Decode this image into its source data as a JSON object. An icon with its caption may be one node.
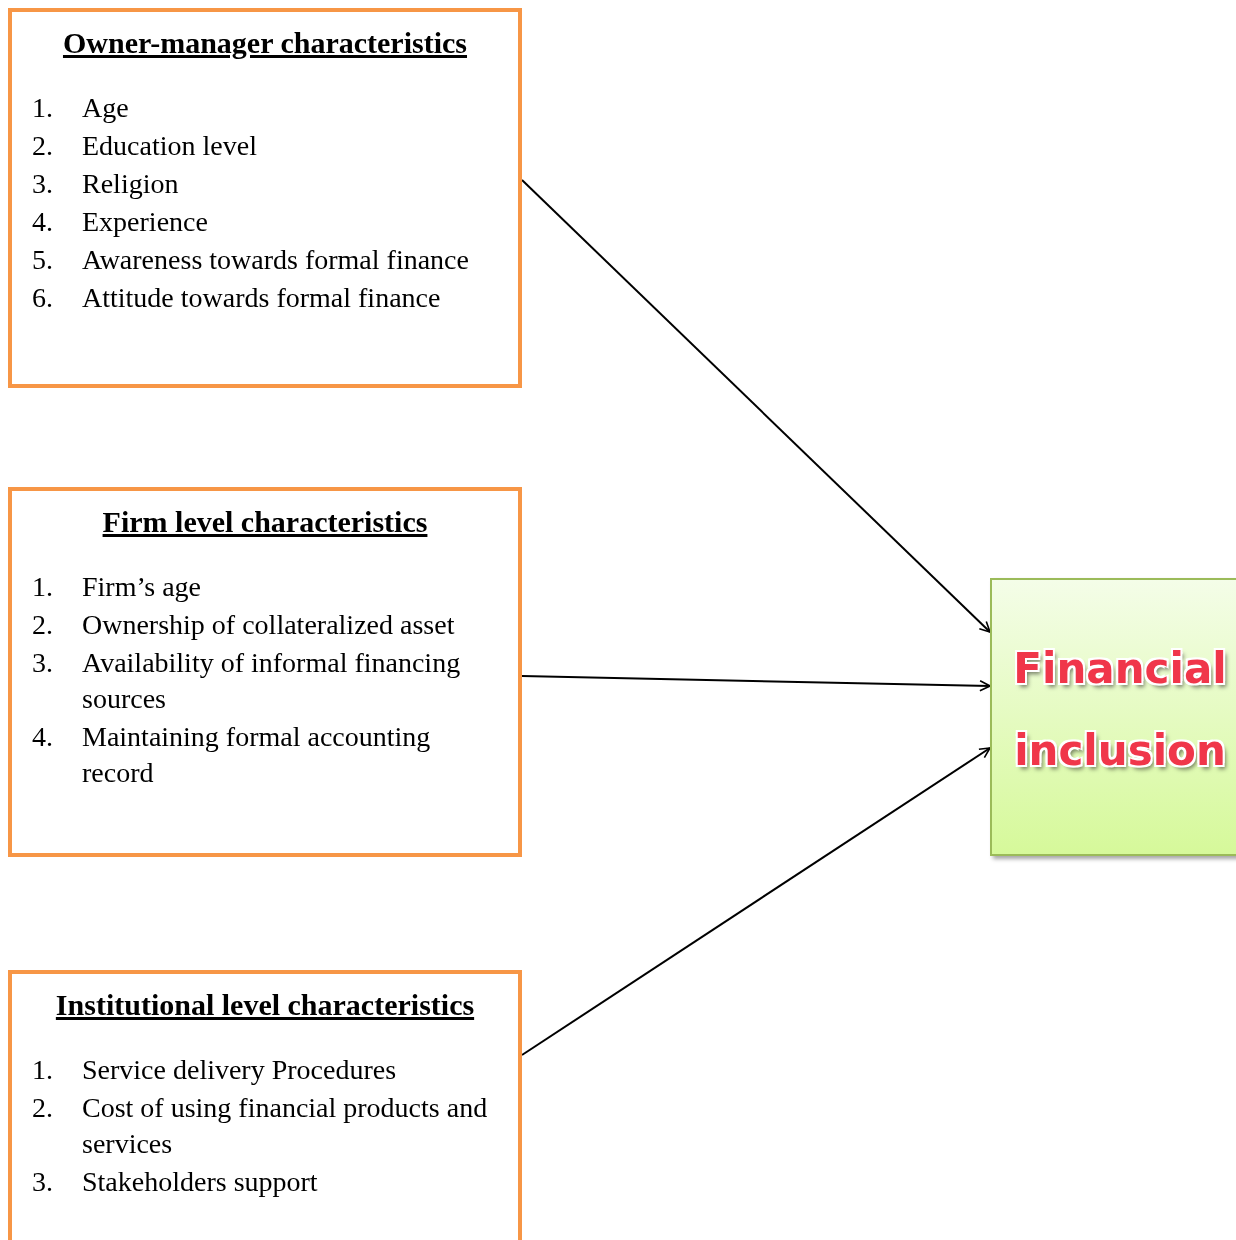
{
  "diagram": {
    "nodes": [
      {
        "text": [
          "Owner-manager characteristics",
          "1. Age",
          "2. Education level",
          "3. Religion",
          "4. Experience",
          "5. Awareness towards formal finance",
          "6. Attitude towards formal finance"
        ]
      },
      {
        "text": [
          "Firm level characteristics",
          "1. Firm’s age",
          "2. Ownership of collateralized asset",
          "3. Availability of informal financing sources",
          "4. Maintaining formal accounting record"
        ]
      },
      {
        "text": [
          "Institutional level characteristics",
          "1. Service delivery Procedures",
          "2. Cost of using financial products and services",
          "3. Stakeholders support"
        ]
      },
      {
        "text": [
          "Financial inclusion"
        ]
      }
    ],
    "edges": [
      {
        "from": 0,
        "to": 3,
        "arrow": "to"
      },
      {
        "from": 1,
        "to": 3,
        "arrow": "to"
      },
      {
        "from": 2,
        "to": 3,
        "arrow": "to"
      }
    ]
  }
}
